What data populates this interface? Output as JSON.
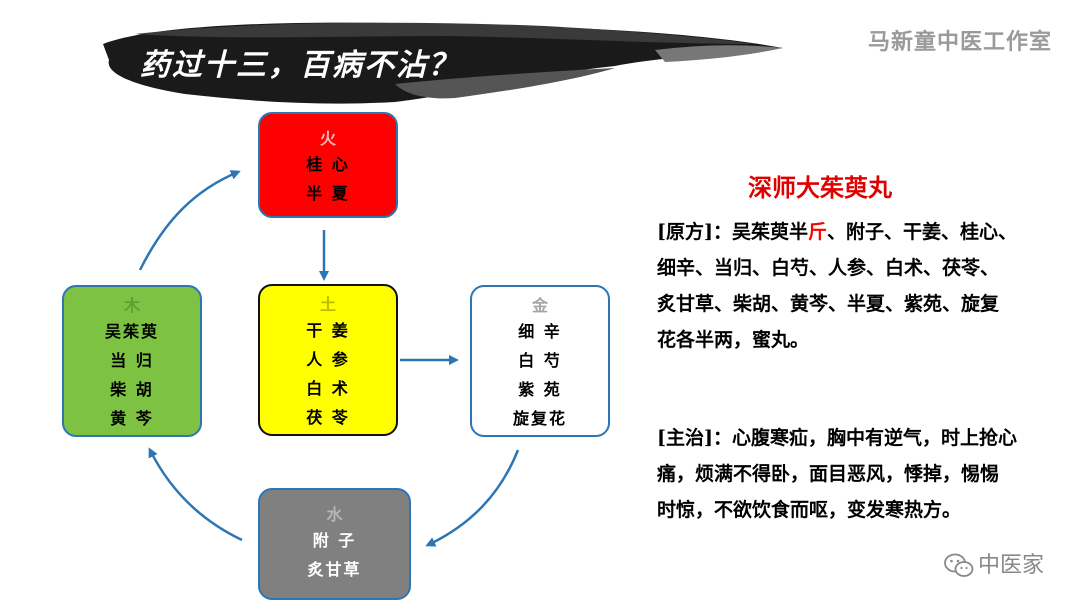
{
  "banner": {
    "title": "药过十三，百病不沾？"
  },
  "studio": {
    "name": "马新童中医工作室"
  },
  "elements": {
    "fire": {
      "label": "火",
      "herbs": [
        "桂 心",
        "半 夏"
      ]
    },
    "earth": {
      "label": "土",
      "herbs": [
        "干 姜",
        "人 参",
        "白 术",
        "茯 苓"
      ]
    },
    "wood": {
      "label": "木",
      "herbs": [
        "吴茱萸",
        "当 归",
        "柴 胡",
        "黄 芩"
      ]
    },
    "metal": {
      "label": "金",
      "herbs": [
        "细 辛",
        "白 芍",
        "紫 苑",
        "旋复花"
      ]
    },
    "water": {
      "label": "水",
      "herbs": [
        "附 子",
        "炙甘草"
      ]
    }
  },
  "prescription": {
    "title": "深师大茱萸丸",
    "formula_a": "[原方]：吴茱萸半",
    "formula_unit": "斤",
    "formula_b": "、附子、干姜、桂心、细辛、当归、白芍、人参、白术、茯苓、炙甘草、柴胡、黄芩、半夏、紫苑、旋复花各半两，蜜丸。",
    "indication": "[主治]：心腹寒疝，胸中有逆气，时上抢心痛，烦满不得卧，面目恶风，悸掉，惕惕时惊，不欲饮食而呕，变发寒热方。"
  },
  "watermark": {
    "text": "中医家",
    "icon": "wechat-icon"
  },
  "colors": {
    "fire": "#ff0000",
    "earth": "#ffff00",
    "wood": "#7dc242",
    "metal": "#ffffff",
    "water": "#808080",
    "arrow": "#2e75b6",
    "title": "#e00000"
  }
}
